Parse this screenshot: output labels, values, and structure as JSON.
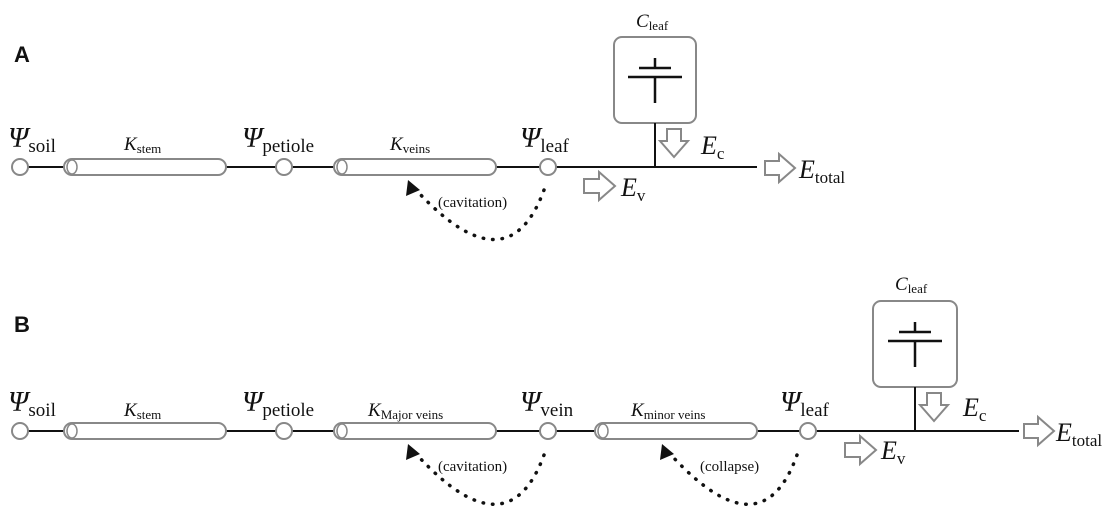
{
  "panels": [
    {
      "letter": "A",
      "potentials": {
        "soil": {
          "symbol": "Ψ",
          "sub": "soil"
        },
        "petiole": {
          "symbol": "Ψ",
          "sub": "petiole"
        },
        "leaf": {
          "symbol": "Ψ",
          "sub": "leaf"
        }
      },
      "conductances": {
        "stem": {
          "symbol": "K",
          "sub": "stem"
        },
        "veins": {
          "symbol": "K",
          "sub": "veins"
        }
      },
      "capacitance": {
        "symbol": "C",
        "sub": "leaf"
      },
      "flows": {
        "ec": {
          "symbol": "E",
          "sub": "c"
        },
        "ev": {
          "symbol": "E",
          "sub": "v"
        },
        "total": {
          "symbol": "E",
          "sub": "total"
        }
      },
      "feedbacks": {
        "veins": "(cavitation)"
      }
    },
    {
      "letter": "B",
      "potentials": {
        "soil": {
          "symbol": "Ψ",
          "sub": "soil"
        },
        "petiole": {
          "symbol": "Ψ",
          "sub": "petiole"
        },
        "vein": {
          "symbol": "Ψ",
          "sub": "vein"
        },
        "leaf": {
          "symbol": "Ψ",
          "sub": "leaf"
        }
      },
      "conductances": {
        "stem": {
          "symbol": "K",
          "sub": "stem"
        },
        "major": {
          "symbol": "K",
          "sub": "Major veins"
        },
        "minor": {
          "symbol": "K",
          "sub": "minor veins"
        }
      },
      "capacitance": {
        "symbol": "C",
        "sub": "leaf"
      },
      "flows": {
        "ec": {
          "symbol": "E",
          "sub": "c"
        },
        "ev": {
          "symbol": "E",
          "sub": "v"
        },
        "total": {
          "symbol": "E",
          "sub": "total"
        }
      },
      "feedbacks": {
        "major": "(cavitation)",
        "minor": "(collapse)"
      }
    }
  ]
}
